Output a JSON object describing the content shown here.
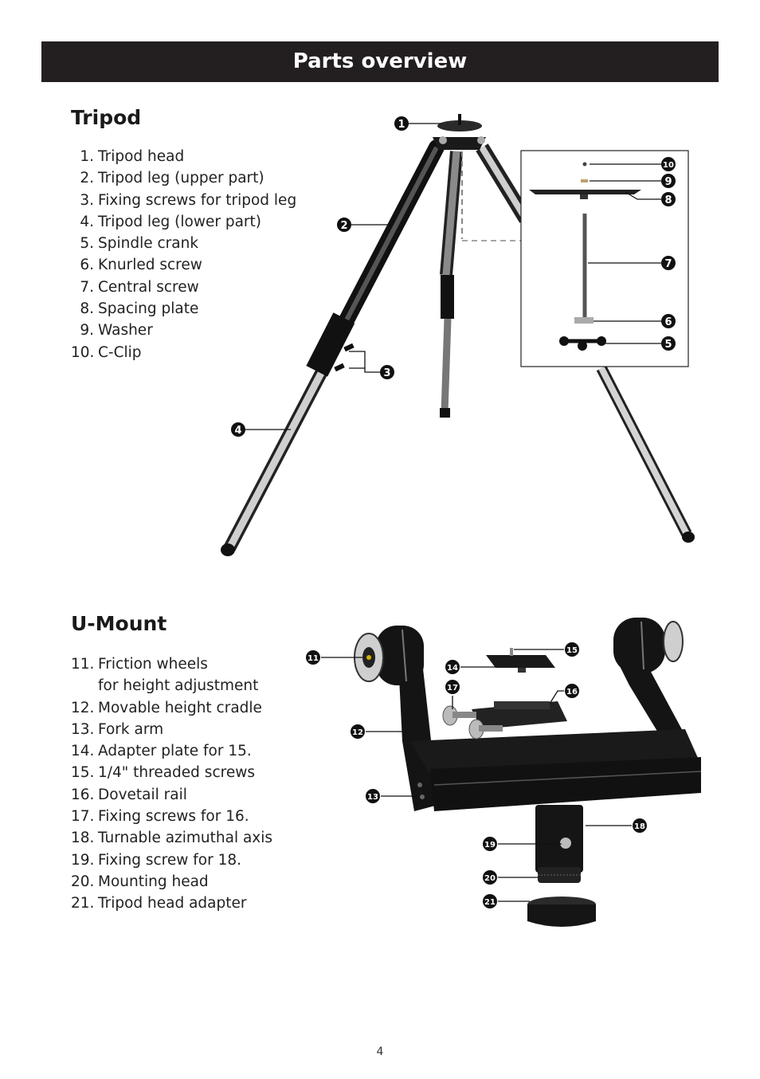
{
  "page": {
    "header": "Parts overview",
    "page_number": "4"
  },
  "tripod": {
    "title": "Tripod",
    "items": [
      {
        "num": "1.",
        "label": "Tripod head"
      },
      {
        "num": "2.",
        "label": "Tripod leg (upper part)"
      },
      {
        "num": "3.",
        "label": "Fixing screws for tripod leg"
      },
      {
        "num": "4.",
        "label": "Tripod leg (lower part)"
      },
      {
        "num": "5.",
        "label": "Spindle crank"
      },
      {
        "num": "6.",
        "label": "Knurled screw"
      },
      {
        "num": "7.",
        "label": "Central screw"
      },
      {
        "num": "8.",
        "label": "Spacing plate"
      },
      {
        "num": "9.",
        "label": "Washer"
      },
      {
        "num": "10.",
        "label": "C-Clip"
      }
    ],
    "callouts": [
      "1",
      "2",
      "3",
      "4",
      "5",
      "6",
      "7",
      "8",
      "9",
      "10"
    ]
  },
  "umount": {
    "title": "U-Mount",
    "items": [
      {
        "num": "11.",
        "label": "Friction wheels"
      },
      {
        "num": "",
        "label": "for height adjustment"
      },
      {
        "num": "12.",
        "label": "Movable height cradle"
      },
      {
        "num": "13.",
        "label": "Fork arm"
      },
      {
        "num": "14.",
        "label": "Adapter plate for 15."
      },
      {
        "num": "15.",
        "label": "1/4\" threaded screws"
      },
      {
        "num": "16.",
        "label": "Dovetail rail"
      },
      {
        "num": "17.",
        "label": "Fixing screws for 16."
      },
      {
        "num": "18.",
        "label": "Turnable azimuthal axis"
      },
      {
        "num": "19.",
        "label": "Fixing screw for 18."
      },
      {
        "num": "20.",
        "label": "Mounting head"
      },
      {
        "num": "21.",
        "label": "Tripod head adapter"
      }
    ],
    "callouts": [
      "11",
      "12",
      "13",
      "14",
      "15",
      "16",
      "17",
      "18",
      "19",
      "20",
      "21"
    ]
  }
}
